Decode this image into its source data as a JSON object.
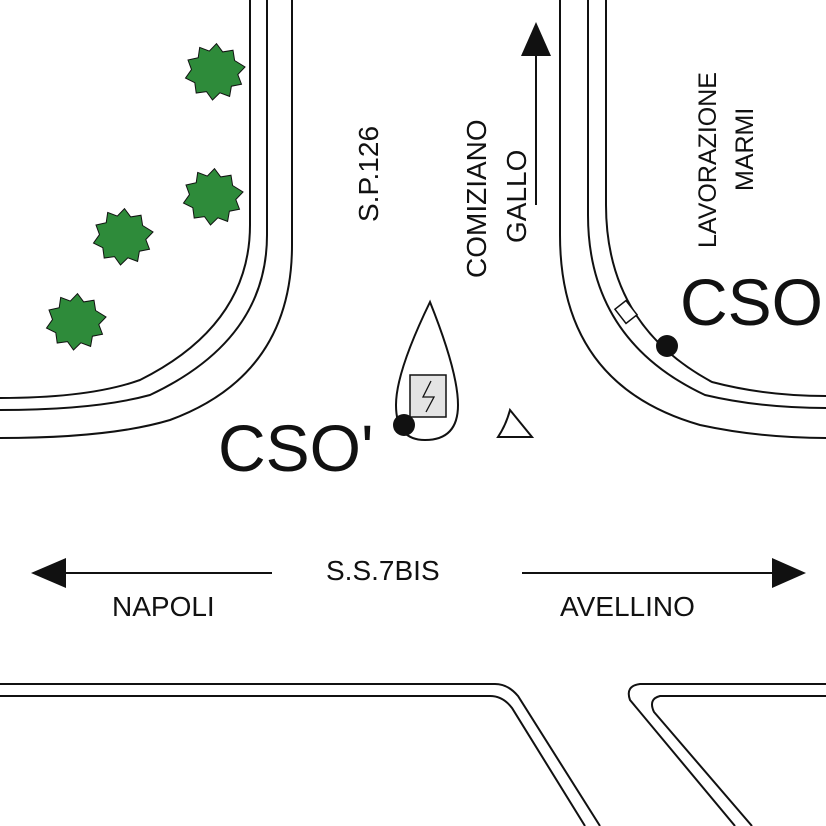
{
  "labels": {
    "sp126": "S.P.126",
    "comiziano": "COMIZIANO",
    "gallo": "GALLO",
    "lavorazione": "LAVORAZIONE",
    "marmi": "MARMI",
    "cso_right": "CSO",
    "cso_left": "CSO'",
    "ss7bis": "S.S.7BIS",
    "napoli": "NAPOLI",
    "avellino": "AVELLINO"
  },
  "colors": {
    "tree_fill": "#2e8b3a",
    "line": "#111111",
    "cabinet_fill": "#e4e4e4"
  },
  "icons": {
    "cabinet": "electric-cabinet-icon",
    "trees": "tree-icon",
    "arrows": "direction-arrow-icon",
    "points": "location-dot-icon"
  }
}
